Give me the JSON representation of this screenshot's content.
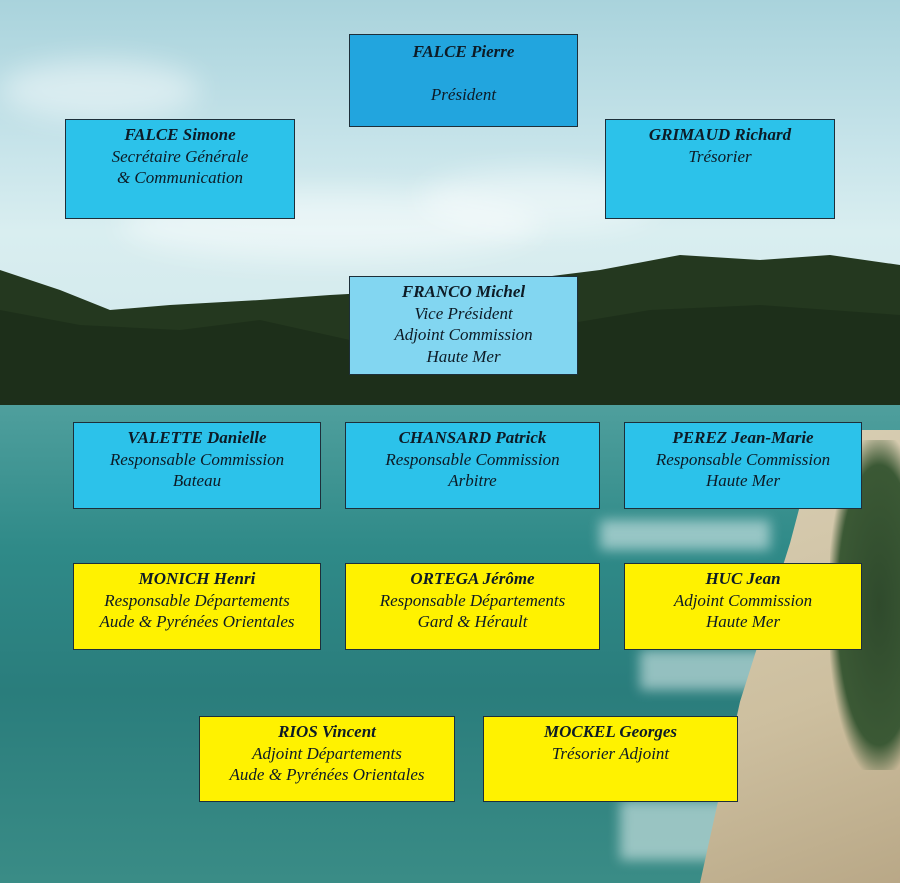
{
  "colors": {
    "president_box": "#22a5de",
    "bureau_box": "#2cc2ea",
    "vice_president_box": "#82d6f1",
    "departments_box": "#fff200",
    "border": "#1d2f3a"
  },
  "members": [
    {
      "name": "FALCE Pierre",
      "roles": [
        "Président"
      ]
    },
    {
      "name": "FALCE Simone",
      "roles": [
        "Secrétaire Générale",
        "& Communication"
      ]
    },
    {
      "name": "GRIMAUD Richard",
      "roles": [
        "Trésorier"
      ]
    },
    {
      "name": "FRANCO Michel",
      "roles": [
        "Vice Président",
        "Adjoint Commission",
        "Haute Mer"
      ]
    },
    {
      "name": "VALETTE Danielle",
      "roles": [
        "Responsable Commission",
        "Bateau"
      ]
    },
    {
      "name": "CHANSARD Patrick",
      "roles": [
        "Responsable Commission",
        "Arbitre"
      ]
    },
    {
      "name": "PEREZ Jean-Marie",
      "roles": [
        "Responsable Commission",
        "Haute Mer"
      ]
    },
    {
      "name": "MONICH Henri",
      "roles": [
        "Responsable Départements",
        "Aude & Pyrénées Orientales"
      ]
    },
    {
      "name": "ORTEGA Jérôme",
      "roles": [
        "Responsable Départements",
        "Gard & Hérault"
      ]
    },
    {
      "name": "HUC Jean",
      "roles": [
        "Adjoint Commission",
        "Haute Mer"
      ]
    },
    {
      "name": "RIOS Vincent",
      "roles": [
        "Adjoint Départements",
        "Aude & Pyrénées Orientales"
      ]
    },
    {
      "name": "MOCKEL Georges",
      "roles": [
        "Trésorier Adjoint"
      ]
    }
  ]
}
